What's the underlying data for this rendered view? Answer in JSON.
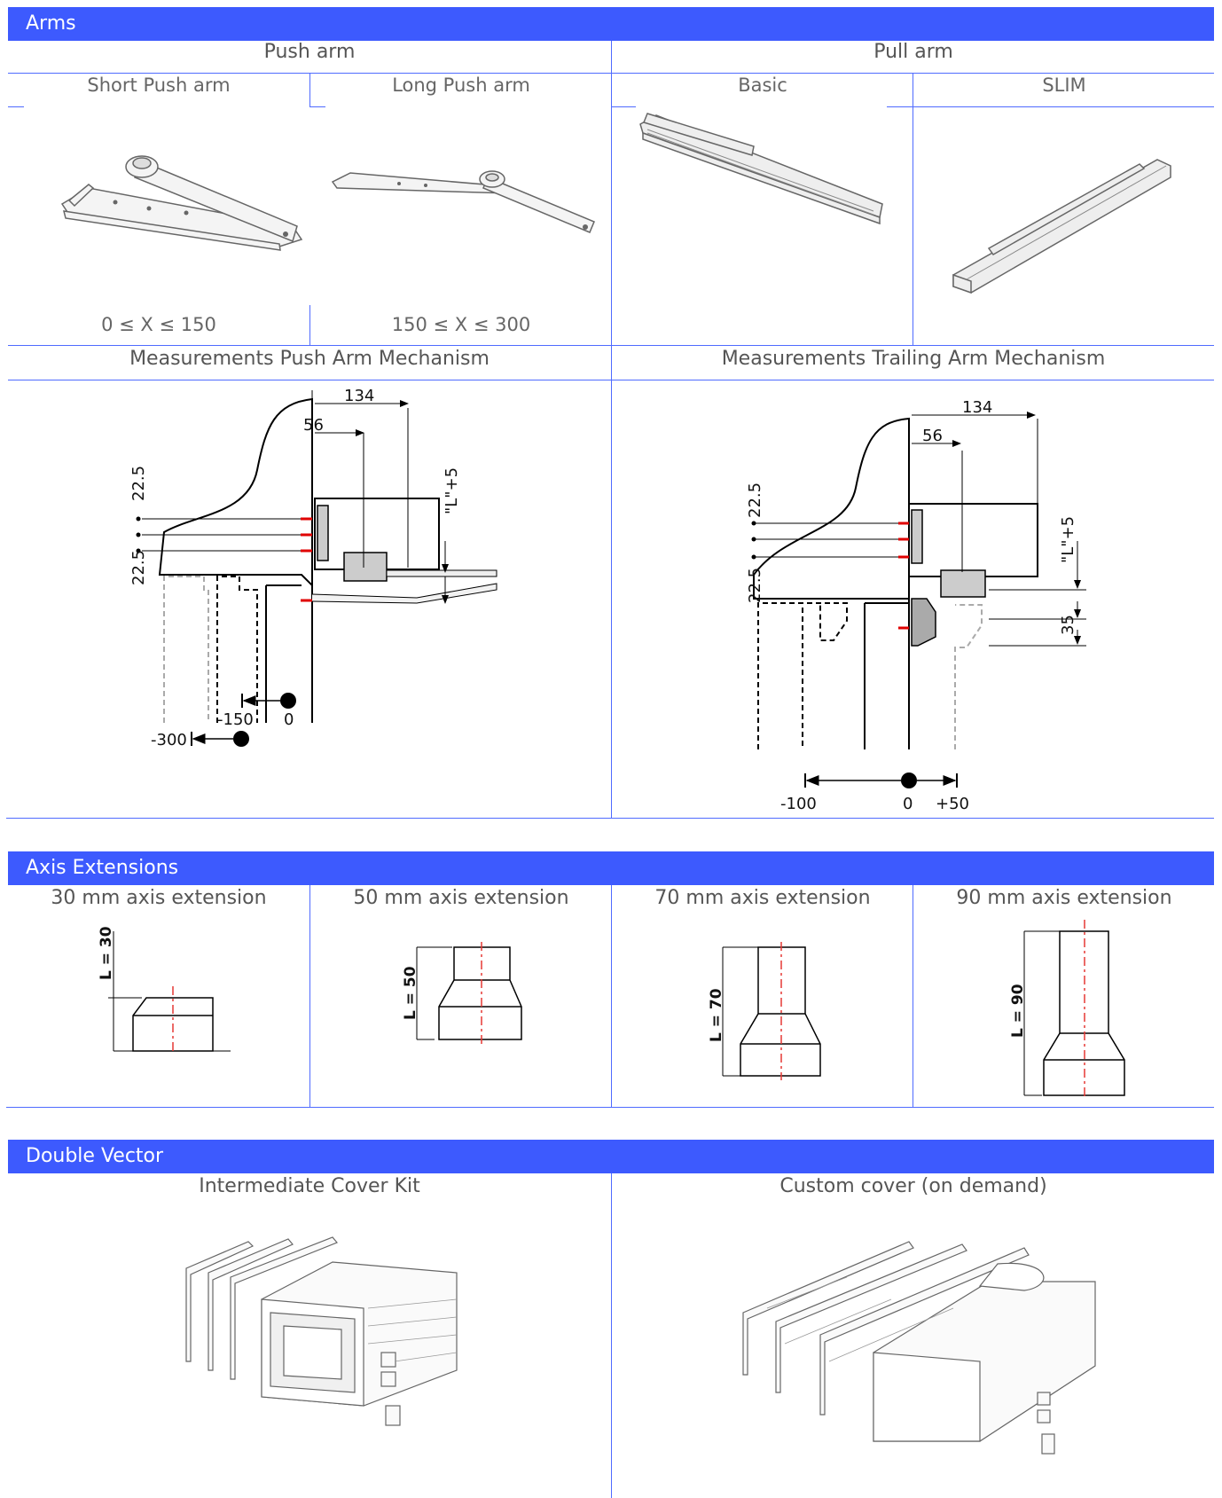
{
  "arms": {
    "title": "Arms",
    "push_arm": "Push arm",
    "pull_arm": "Pull arm",
    "short_push": "Short Push arm",
    "long_push": "Long Push arm",
    "basic": "Basic",
    "slim": "SLIM",
    "short_range": "0 ≤ X ≤ 150",
    "long_range": "150 ≤ X ≤ 300",
    "meas_push": "Measurements Push Arm Mechanism",
    "meas_trailing": "Measurements Trailing Arm Mechanism",
    "push_diagram": {
      "dim_134": "134",
      "dim_56": "56",
      "dim_225a": "22.5",
      "dim_225b": "22.5",
      "dim_L5": "\"L\"+5",
      "pos_m150": "-150",
      "pos_0": "0",
      "pos_m300": "-300"
    },
    "trailing_diagram": {
      "dim_134": "134",
      "dim_56": "56",
      "dim_225a": "22.5",
      "dim_225b": "22.5",
      "dim_L5": "\"L\"+5",
      "dim_35": "35",
      "pos_m100": "-100",
      "pos_0": "0",
      "pos_p50": "+50"
    }
  },
  "axis": {
    "title": "Axis Extensions",
    "items": [
      {
        "label": "30 mm axis extension",
        "dim": "L = 30"
      },
      {
        "label": "50 mm axis extension",
        "dim": "L = 50"
      },
      {
        "label": "70 mm axis extension",
        "dim": "L = 70"
      },
      {
        "label": "90 mm axis extension",
        "dim": "L = 90"
      }
    ]
  },
  "double_vector": {
    "title": "Double Vector",
    "intermediate": "Intermediate Cover Kit",
    "custom": "Custom cover (on demand)"
  },
  "colors": {
    "accent": "#3d5afe",
    "divider": "#4f6bff",
    "centerline": "#e53935"
  }
}
